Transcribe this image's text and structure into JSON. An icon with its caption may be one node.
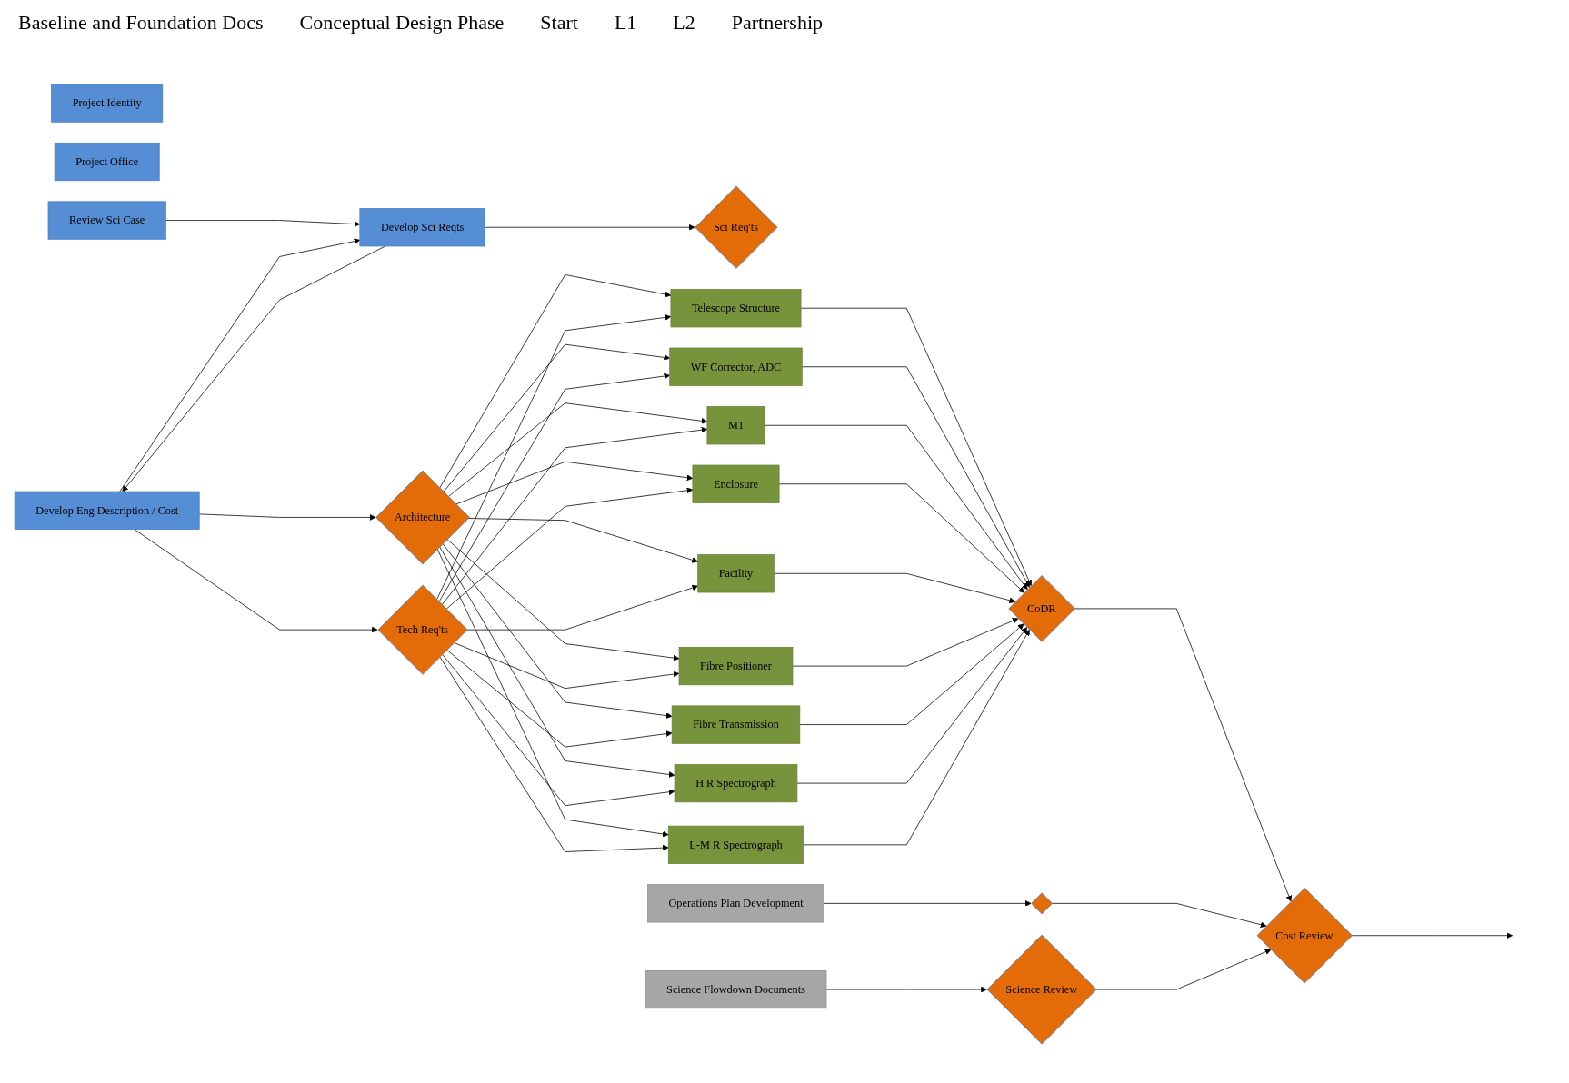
{
  "diagram": {
    "nodes": [
      {
        "text": [
          "Project Identity"
        ]
      },
      {
        "text": [
          "Project Office"
        ]
      },
      {
        "text": [
          "Develop Eng Description / Cost"
        ]
      },
      {
        "text": [
          "Review Sci Case"
        ]
      },
      {
        "text": [
          "Develop Sci Reqts"
        ]
      },
      {
        "text": [
          "Architecture"
        ]
      },
      {
        "text": [
          "Tech Req'ts"
        ]
      },
      {
        "text": [
          "Sci Req'ts"
        ]
      },
      {
        "text": [
          "Telescope Structure"
        ]
      },
      {
        "text": [
          "WF Corrector, ADC"
        ]
      },
      {
        "text": [
          "M1"
        ]
      },
      {
        "text": [
          "Enclosure"
        ]
      },
      {
        "text": [
          "Facility"
        ]
      },
      {
        "text": [
          "Fibre Positioner"
        ]
      },
      {
        "text": [
          "Fibre Transmission"
        ]
      },
      {
        "text": [
          "H R Spectrograph"
        ]
      },
      {
        "text": [
          "L-M R Spectrograph"
        ]
      },
      {
        "text": [
          "CoDR"
        ]
      },
      {
        "text": [
          "Cost Review"
        ]
      },
      {
        "text": [
          "Operations Plan Development"
        ]
      },
      {
        "text": [],
        "shape": "diamond"
      },
      {
        "text": [
          "Science Flowdown Documents"
        ]
      },
      {
        "text": [
          "Science Review"
        ]
      }
    ],
    "edges": [
      {
        "from": 3,
        "to": 4,
        "arrow": "to"
      },
      {
        "from": 4,
        "to": 2,
        "arrow": "to"
      },
      {
        "from": 2,
        "to": 4,
        "arrow": "to"
      },
      {
        "from": 2,
        "to": 5,
        "arrow": "to"
      },
      {
        "from": 2,
        "to": 6,
        "arrow": "to"
      },
      {
        "from": 4,
        "to": 7,
        "arrow": "to"
      },
      {
        "from": 5,
        "to": 8,
        "arrow": "to"
      },
      {
        "from": 5,
        "to": 9,
        "arrow": "to"
      },
      {
        "from": 5,
        "to": 10,
        "arrow": "to"
      },
      {
        "from": 5,
        "to": 11,
        "arrow": "to"
      },
      {
        "from": 5,
        "to": 12,
        "arrow": "to"
      },
      {
        "from": 5,
        "to": 13,
        "arrow": "to"
      },
      {
        "from": 5,
        "to": 14,
        "arrow": "to"
      },
      {
        "from": 5,
        "to": 15,
        "arrow": "to"
      },
      {
        "from": 5,
        "to": 16,
        "arrow": "to"
      },
      {
        "from": 6,
        "to": 8,
        "arrow": "to"
      },
      {
        "from": 6,
        "to": 9,
        "arrow": "to"
      },
      {
        "from": 6,
        "to": 10,
        "arrow": "to"
      },
      {
        "from": 6,
        "to": 11,
        "arrow": "to"
      },
      {
        "from": 6,
        "to": 12,
        "arrow": "to"
      },
      {
        "from": 6,
        "to": 13,
        "arrow": "to"
      },
      {
        "from": 6,
        "to": 14,
        "arrow": "to"
      },
      {
        "from": 6,
        "to": 15,
        "arrow": "to"
      },
      {
        "from": 6,
        "to": 16,
        "arrow": "to"
      },
      {
        "from": 8,
        "to": 17,
        "arrow": "to"
      },
      {
        "from": 9,
        "to": 17,
        "arrow": "to"
      },
      {
        "from": 10,
        "to": 17,
        "arrow": "to"
      },
      {
        "from": 11,
        "to": 17,
        "arrow": "to"
      },
      {
        "from": 12,
        "to": 17,
        "arrow": "to"
      },
      {
        "from": 13,
        "to": 17,
        "arrow": "to"
      },
      {
        "from": 14,
        "to": 17,
        "arrow": "to"
      },
      {
        "from": 15,
        "to": 17,
        "arrow": "to"
      },
      {
        "from": 16,
        "to": 17,
        "arrow": "to"
      },
      {
        "from": 17,
        "to": 18,
        "arrow": "to"
      },
      {
        "from": 18,
        "to": null,
        "arrow": "to"
      },
      {
        "from": 19,
        "to": 20,
        "arrow": "to"
      },
      {
        "from": 20,
        "to": 18,
        "arrow": "to"
      },
      {
        "from": 21,
        "to": 22,
        "arrow": "to"
      },
      {
        "from": 22,
        "to": 18,
        "arrow": "to"
      }
    ],
    "labels": [
      "Baseline and Foundation Docs",
      "Conceptual Design Phase",
      "Start",
      "L1",
      "L2",
      "Partnership"
    ]
  }
}
